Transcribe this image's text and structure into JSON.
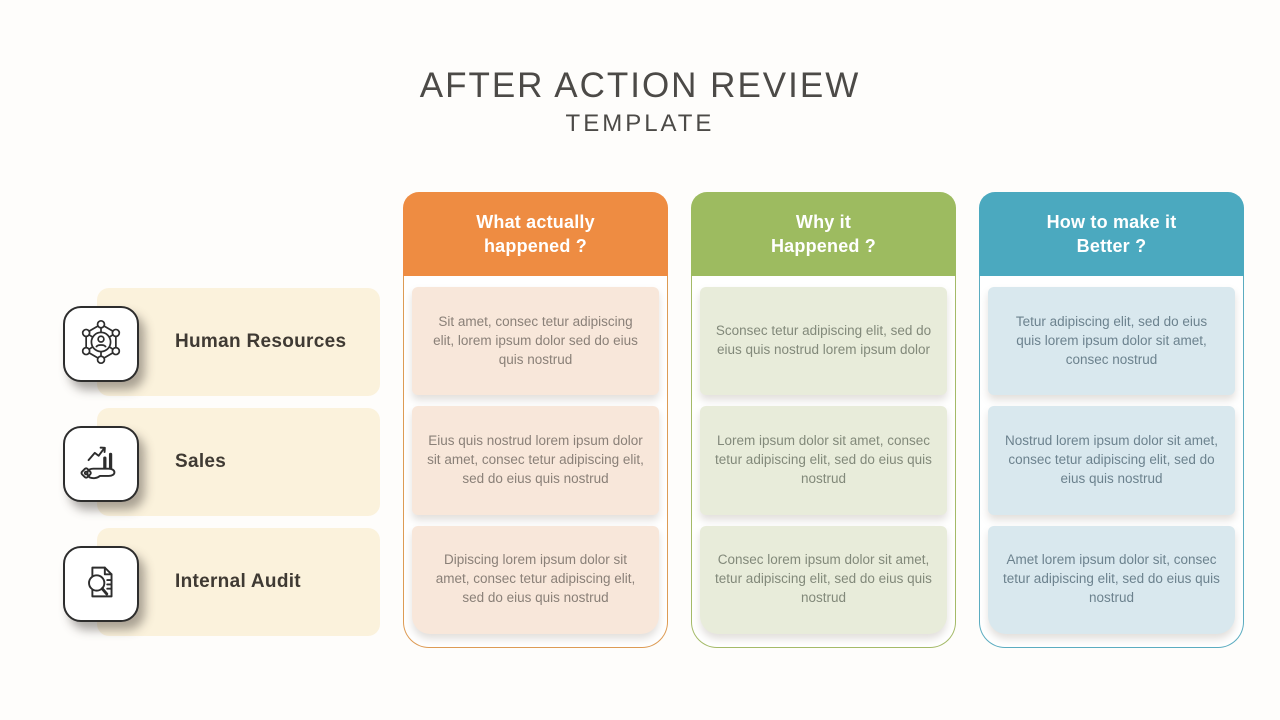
{
  "slide": {
    "title": "AFTER ACTION REVIEW",
    "subtitle": "TEMPLATE"
  },
  "categories": [
    {
      "label": "Human Resources",
      "icon": "network-people-icon"
    },
    {
      "label": "Sales",
      "icon": "hand-growth-chart-icon"
    },
    {
      "label": "Internal Audit",
      "icon": "document-magnifier-icon"
    }
  ],
  "columns": [
    {
      "header_lines": [
        "What actually",
        "happened ?"
      ],
      "accent": "#EE8C42",
      "cell_bg": "#F8E7DA",
      "cells": [
        "Sit amet, consec tetur adipiscing elit, lorem ipsum dolor  sed do eius quis nostrud",
        "Eius quis nostrud  lorem ipsum dolor sit amet, consec tetur adipiscing elit, sed do eius quis nostrud",
        "Dipiscing lorem ipsum dolor sit amet, consec tetur adipiscing elit, sed do eius quis nostrud"
      ]
    },
    {
      "header_lines": [
        "Why it",
        "Happened ?"
      ],
      "accent": "#9DBB60",
      "cell_bg": "#E8ECDA",
      "cells": [
        "Sconsec tetur adipiscing elit, sed do eius quis nostrud lorem ipsum dolor",
        "Lorem ipsum dolor sit amet, consec tetur adipiscing elit, sed do eius quis nostrud",
        "Consec lorem ipsum dolor sit amet, tetur adipiscing elit, sed do eius quis nostrud"
      ]
    },
    {
      "header_lines": [
        "How to make it",
        "Better ?"
      ],
      "accent": "#4BA9BF",
      "cell_bg": "#D9E8EE",
      "cells": [
        "Tetur adipiscing elit, sed do eius quis lorem ipsum dolor sit amet, consec nostrud",
        "Nostrud lorem ipsum dolor sit amet, consec tetur adipiscing elit, sed do eius quis nostrud",
        "Amet lorem ipsum dolor sit, consec tetur adipiscing elit, sed do eius quis nostrud"
      ]
    }
  ]
}
